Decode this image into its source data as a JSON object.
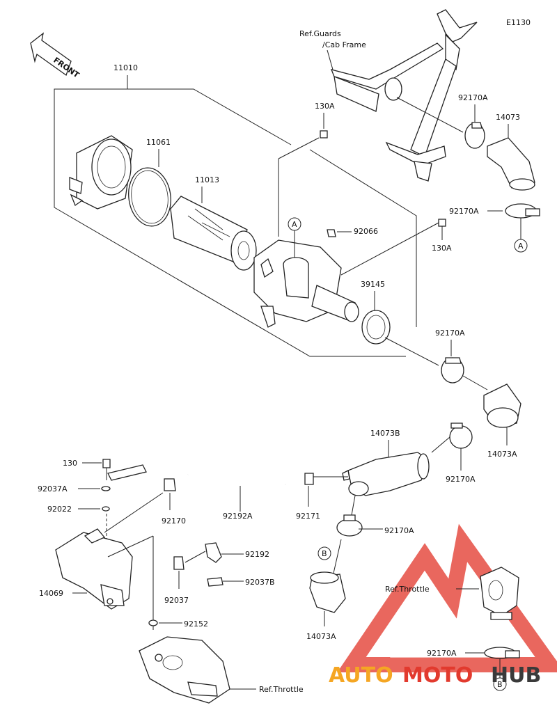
{
  "diagram": {
    "code": "E1130",
    "front_label": "FRONT",
    "refs": {
      "guards": "Ref.Guards",
      "cab_frame": "/Cab Frame",
      "throttle_1": "Ref.Throttle",
      "throttle_2": "Ref.Throttle"
    },
    "callouts": {
      "A1": "A",
      "A2": "A",
      "B1": "B",
      "B2": "B"
    },
    "parts": {
      "p11010": "11010",
      "p11061": "11061",
      "p11013": "11013",
      "p130A_1": "130A",
      "p130A_2": "130A",
      "p92066": "92066",
      "p92170A_1": "92170A",
      "p92170A_2": "92170A",
      "p92170A_3": "92170A",
      "p92170A_4": "92170A",
      "p92170A_5": "92170A",
      "p92170A_6": "92170A",
      "p14073": "14073",
      "p39145": "39145",
      "p14073A_1": "14073A",
      "p14073A_2": "14073A",
      "p14073B": "14073B",
      "p130": "130",
      "p92037A": "92037A",
      "p92022": "92022",
      "p92170": "92170",
      "p92192A": "92192A",
      "p92171": "92171",
      "p92192": "92192",
      "p92037B": "92037B",
      "p92037": "92037",
      "p14069": "14069",
      "p92152": "92152"
    },
    "watermark": {
      "text_auto": "AUTO",
      "text_moto": "MOTO",
      "text_hub": "HUB",
      "colors": {
        "red": "#e23a2e",
        "orange": "#f5a623",
        "dark": "#3a3a3a"
      }
    }
  }
}
